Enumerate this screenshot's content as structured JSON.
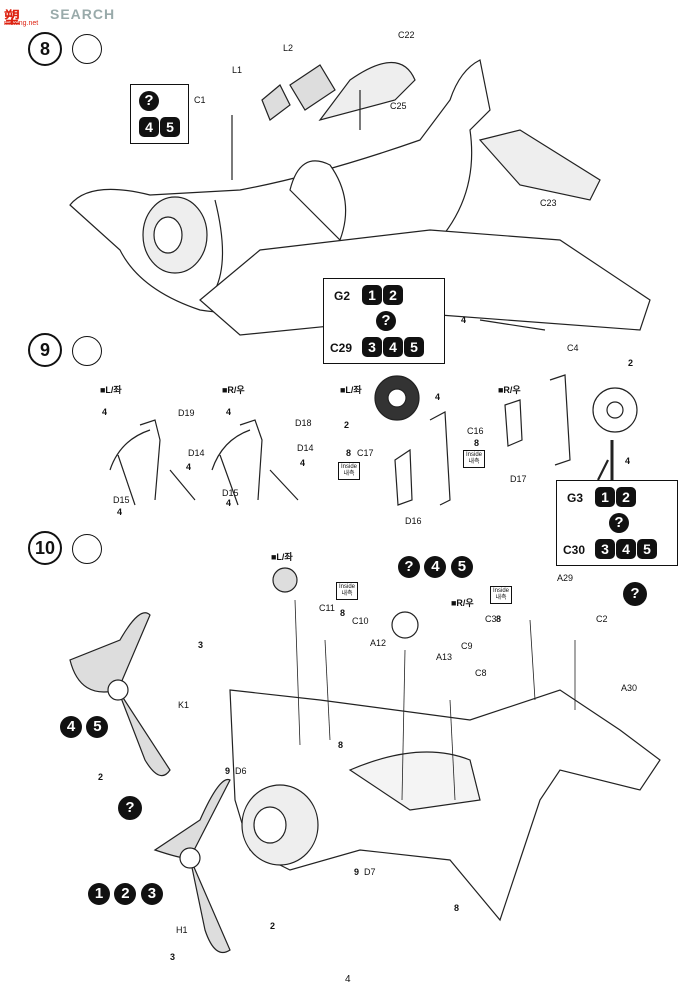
{
  "watermark": {
    "logo_cn": "塑",
    "site": "moxing.net",
    "brand": "SEARCH"
  },
  "steps": [
    {
      "num": "8"
    },
    {
      "num": "9"
    },
    {
      "num": "10"
    }
  ],
  "step8": {
    "labels": {
      "L1": "L1",
      "L2": "L2",
      "C1": "C1",
      "C22": "C22",
      "C25": "C25",
      "C23": "C23",
      "C4": "C4"
    },
    "box_c1": {
      "q": "?",
      "n1": "4",
      "n2": "5"
    },
    "box_g2": {
      "g2": "G2",
      "g2a": "1",
      "g2b": "2",
      "q": "?",
      "c29": "C29",
      "c29a": "3",
      "c29b": "4",
      "c29c": "5"
    },
    "tag_c4": "4"
  },
  "step9": {
    "left_a": "■L/좌",
    "right_a": "■R/우",
    "left_b": "■L/좌",
    "right_b": "■R/우",
    "parts": {
      "D19": "D19",
      "D14a": "D14",
      "D15a": "D15",
      "D18": "D18",
      "D14b": "D14",
      "D15b": "D15",
      "C17": "C17",
      "D16": "D16",
      "C16": "C16",
      "D17": "D17"
    },
    "tags": {
      "t1": "4",
      "t2": "4",
      "t3": "4",
      "t4": "4",
      "t5": "4",
      "t6": "4",
      "t7": "2",
      "t8": "4",
      "t9": "8",
      "t10": "8",
      "t11": "2",
      "t12": "4"
    },
    "inside1": "Inside",
    "inside1_kr": "내측",
    "inside2": "Inside",
    "inside2_kr": "내측",
    "box_g3": {
      "g3": "G3",
      "a": "1",
      "b": "2",
      "q": "?",
      "c30": "C30",
      "c": "3",
      "d": "4",
      "e": "5"
    }
  },
  "step10": {
    "left": "■L/좌",
    "right": "■R/우",
    "parts": {
      "K1": "K1",
      "H1": "H1",
      "C11": "C11",
      "C10": "C10",
      "A12": "A12",
      "A13": "A13",
      "C9": "C9",
      "C8": "C8",
      "C3": "C3",
      "C2": "C2",
      "A29": "A29",
      "A30": "A30",
      "D6": "D6",
      "D7": "D7"
    },
    "tags": {
      "t1": "3",
      "t2": "2",
      "t3": "2",
      "t4": "3",
      "t5": "9",
      "t6": "9",
      "t7": "8",
      "t8": "8",
      "t9": "8",
      "t10": "8"
    },
    "badges_45": {
      "n1": "4",
      "n2": "5"
    },
    "badges_top": {
      "q": "?",
      "n1": "4",
      "n2": "5"
    },
    "badge_q_right": "?",
    "badge_q_left": "?",
    "badges_123": {
      "n1": "1",
      "n2": "2",
      "n3": "3"
    },
    "inside1": "Inside",
    "inside1_kr": "내측",
    "inside2": "Inside",
    "inside2_kr": "내측"
  },
  "page_number": "4"
}
